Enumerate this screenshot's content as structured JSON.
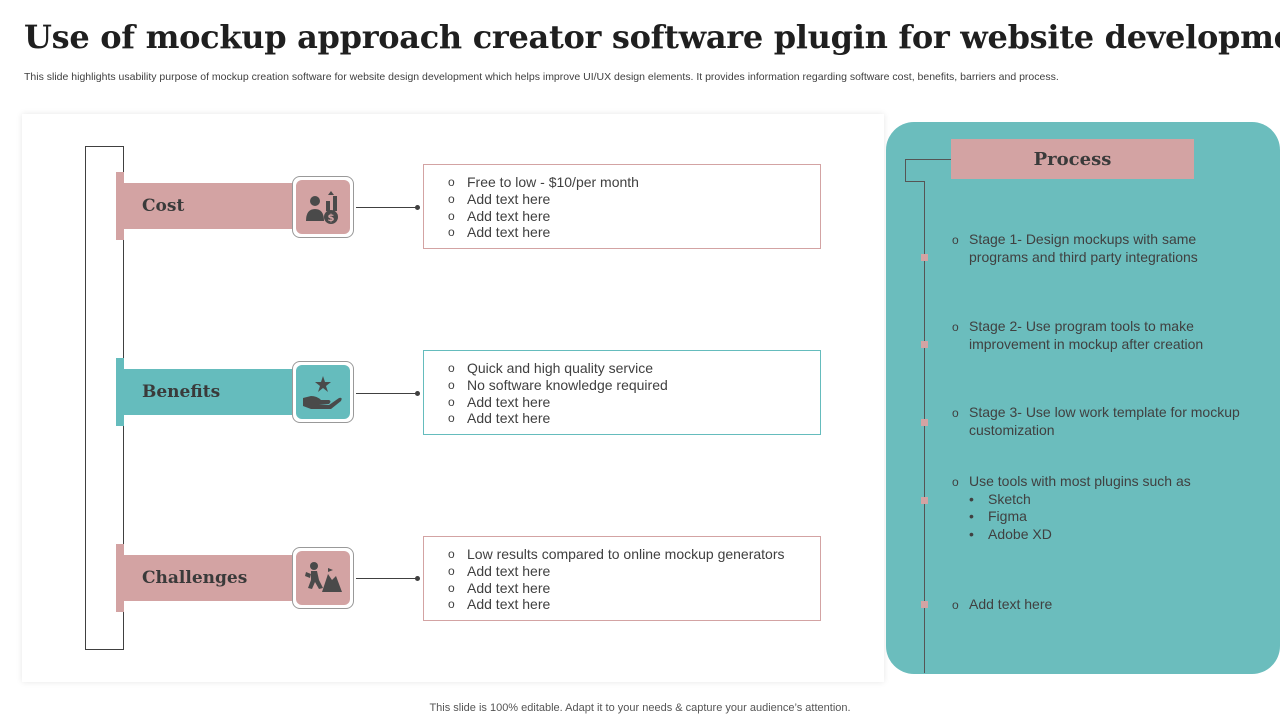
{
  "title": "Use of mockup approach creator software plugin for website development",
  "subtitle": "This slide highlights usability purpose of mockup creation software for website design development which helps improve UI/UX design elements. It provides information regarding software cost, benefits, barriers and process.",
  "sections": [
    {
      "label": "Cost",
      "icon": "money-growth-icon",
      "items": [
        "Free to low - $10/per month",
        "Add text here",
        "Add text here",
        "Add text here"
      ]
    },
    {
      "label": "Benefits",
      "icon": "hand-star-icon",
      "items": [
        "Quick and high quality service",
        "No software knowledge required",
        "Add text here",
        "Add text here"
      ]
    },
    {
      "label": "Challenges",
      "icon": "climber-icon",
      "items": [
        "Low results compared to online mockup generators",
        "Add text here",
        "Add text here",
        "Add text here"
      ]
    }
  ],
  "process": {
    "title": "Process",
    "stages": [
      "Stage 1- Design mockups with same programs and third party integrations",
      "Stage 2- Use program tools to make improvement in mockup after  creation",
      "Stage 3- Use low work template for mockup customization"
    ],
    "tools_intro": "Use tools with most plugins such as",
    "tools": [
      "Sketch",
      "Figma",
      "Adobe XD"
    ],
    "last_item": "Add text here"
  },
  "footer": "This slide is 100% editable. Adapt it to your needs & capture your audience’s attention.",
  "colors": {
    "pink": "#d3a3a3",
    "teal": "#65bcbd",
    "dark_icon": "#4a4a4a"
  }
}
